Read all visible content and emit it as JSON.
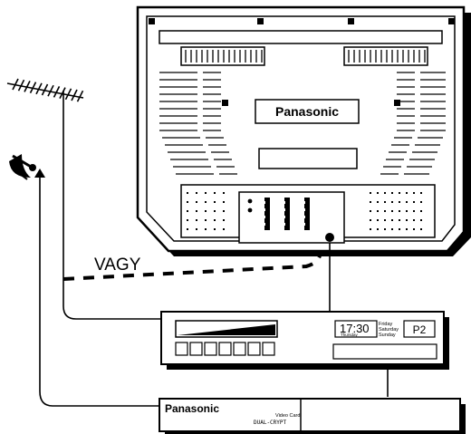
{
  "labels": {
    "or_label": "VAGY",
    "tv_brand": "Panasonic",
    "decoder_brand": "Panasonic",
    "decoder_model_line1": "Video Card",
    "decoder_model_line2": "DUAL-CRYPT"
  },
  "vcr_display": {
    "time": "17:30",
    "time_sub": "Thursday",
    "days": [
      "Friday",
      "Saturday",
      "Sunday"
    ],
    "program": "P2"
  }
}
